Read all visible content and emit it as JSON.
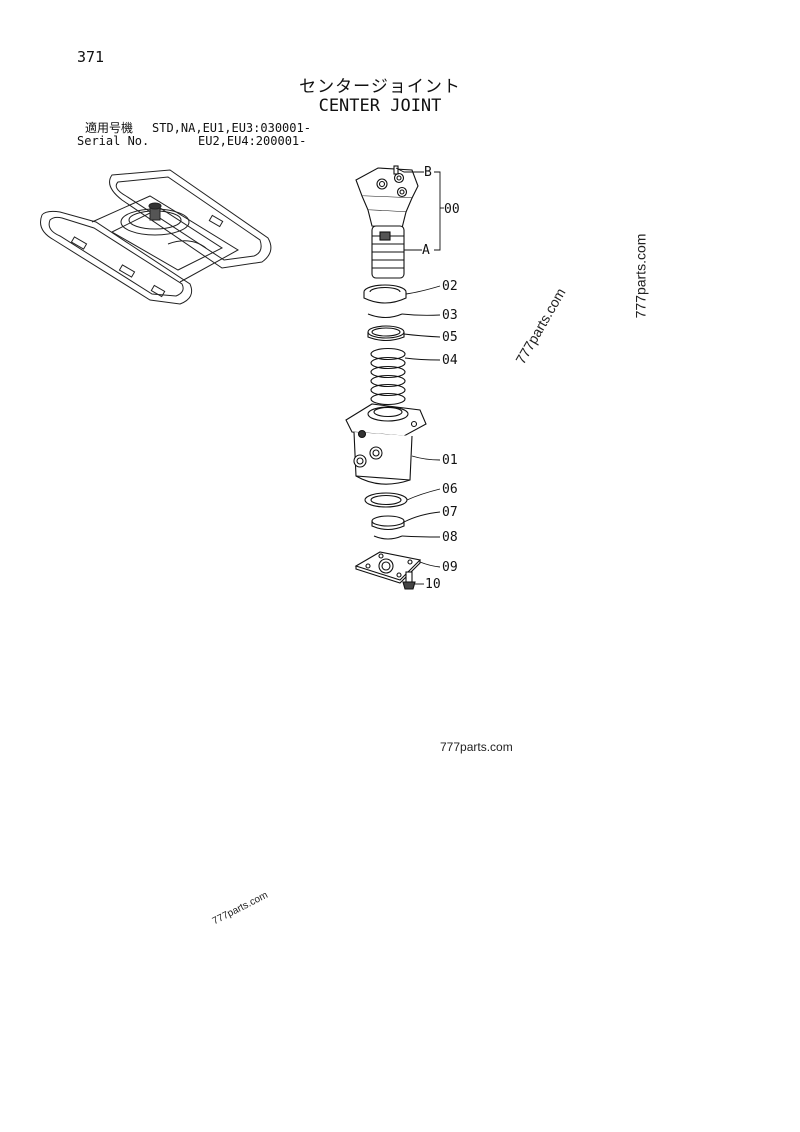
{
  "header": {
    "page_number": "371",
    "title_ja": "センタージョイント",
    "title_en": "CENTER JOINT"
  },
  "applicability": {
    "label_ja": "適用号機",
    "value_1": "STD,NA,EU1,EU3:030001-",
    "label_en": "Serial No.",
    "value_2": "EU2,EU4:200001-"
  },
  "parts": {
    "B": "B",
    "A": "A",
    "p00": "00",
    "p01": "01",
    "p02": "02",
    "p03": "03",
    "p04": "04",
    "p05": "05",
    "p06": "06",
    "p07": "07",
    "p08": "08",
    "p09": "09",
    "p10": "10"
  },
  "watermarks": {
    "w1": "777parts.com",
    "w2": "777parts.com",
    "w3": "777parts.com",
    "w4": "777parts.com"
  }
}
